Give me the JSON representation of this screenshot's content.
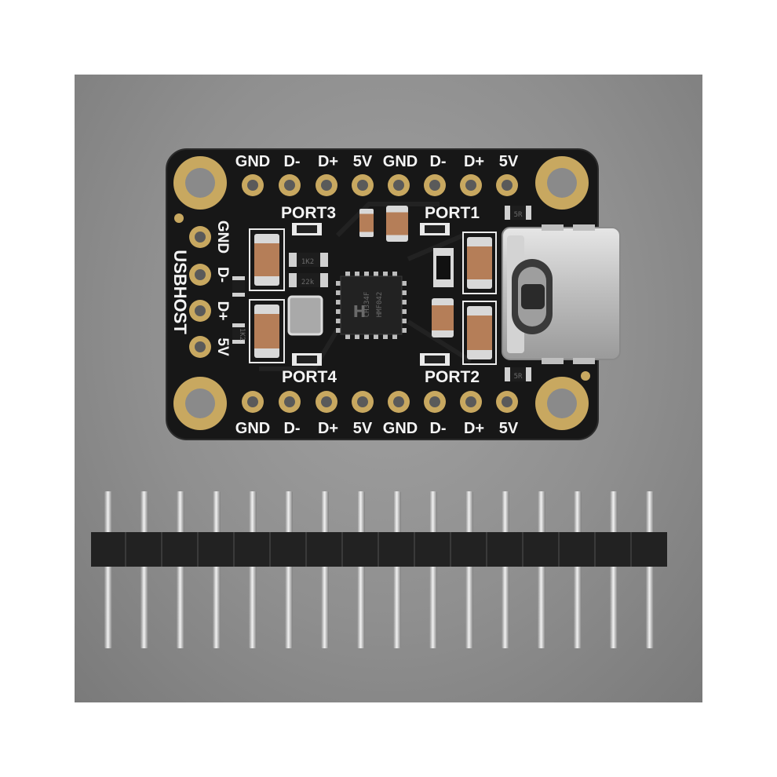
{
  "board": {
    "top_pin_labels": [
      "GND",
      "D-",
      "D+",
      "5V",
      "GND",
      "D-",
      "D+",
      "5V"
    ],
    "bottom_pin_labels": [
      "GND",
      "D-",
      "D+",
      "5V",
      "GND",
      "D-",
      "D+",
      "5V"
    ],
    "side_pin_labels": [
      "GND",
      "D-",
      "D+",
      "5V"
    ],
    "side_title": "USBHOST",
    "port_labels": {
      "port1": "PORT1",
      "port2": "PORT2",
      "port3": "PORT3",
      "port4": "PORT4"
    },
    "chip_text": [
      "CH334F",
      "HMF042"
    ],
    "small_marks": [
      "5R",
      "5R",
      "1K2",
      "22k",
      "1K2"
    ]
  },
  "header_strip": {
    "pin_count": 16
  },
  "colors": {
    "background": "#8f8f8f",
    "pcb": "#1a1a1a",
    "gold": "#c8a860",
    "silkscreen": "#f4f4f4",
    "capacitor": "#b07b55",
    "usb_c_metal": "#c9c9c9"
  }
}
